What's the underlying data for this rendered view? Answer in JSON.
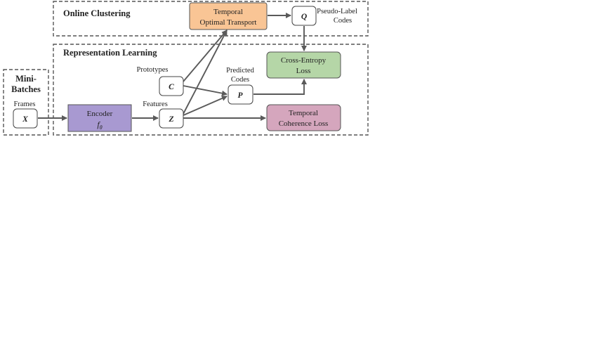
{
  "regions": {
    "online_clustering": "Online Clustering",
    "representation_learning": "Representation Learning",
    "mini_batches_line1": "Mini-",
    "mini_batches_line2": "Batches"
  },
  "nodes": {
    "ot_line1": "Temporal",
    "ot_line2": "Optimal Transport",
    "q": "Q",
    "pseudo_line1": "Pseudo-Label",
    "pseudo_line2": "Codes",
    "ce_line1": "Cross-Entropy",
    "ce_line2": "Loss",
    "prototypes": "Prototypes",
    "c": "C",
    "pred_line1": "Predicted",
    "pred_line2": "Codes",
    "p": "P",
    "frames": "Frames",
    "x": "X",
    "encoder": "Encoder",
    "encoder_f": "f",
    "encoder_sub": "θ",
    "features": "Features",
    "z": "Z",
    "tc_line1": "Temporal",
    "tc_line2": "Coherence Loss"
  },
  "colors": {
    "ot_fill": "#f9c595",
    "encoder_fill": "#a899d1",
    "ce_fill": "#b5d6a7",
    "tc_fill": "#d5a6bd"
  }
}
